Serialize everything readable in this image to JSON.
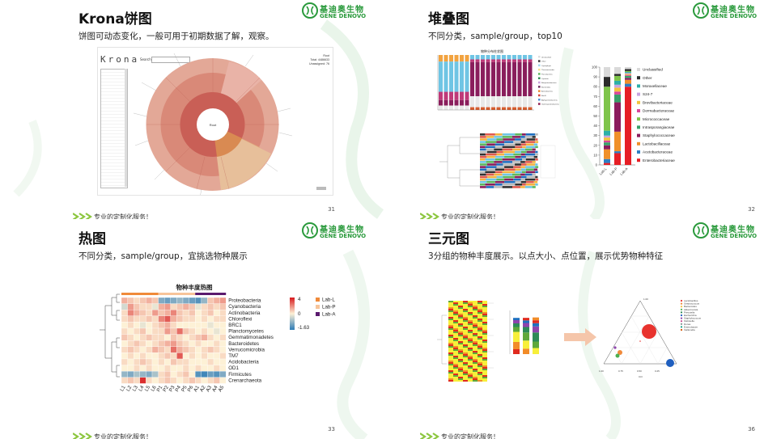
{
  "company": {
    "name_cn": "基迪奥生物",
    "name_en": "GENE DENOVO"
  },
  "footer_text": "专业的定制化服务！",
  "slides": [
    {
      "title": "Krona饼图",
      "subtitle": "饼图可动态变化，一般可用于初期数据了解，观察。",
      "page": "31",
      "krona": {
        "logo": "Krona",
        "center_label": "Root",
        "stats": [
          "Root",
          "Total: 4486633",
          "Unassigned: 76"
        ],
        "search_label": "Search:"
      }
    },
    {
      "title": "堆叠图",
      "subtitle": "不同分类，sample/group，top10",
      "page": "32",
      "stack_chart": {
        "title": "物种分布柱状图",
        "legend_top": [
          "Unclassified",
          "Other",
          "Cyanophyta",
          "Thermomicrobia",
          "Parcubacteria",
          "Cyanetia",
          "Betaproteobacteria",
          "Bacteroidia",
          "Actinobacteria",
          "Bacilli",
          "Alphaproteobacteria",
          "Gammaproteobacteria"
        ],
        "legend_right": [
          "Unclassified",
          "Other",
          "Moraxellaceae",
          "S24-7",
          "Brevibacteriaceae",
          "Dermabacteraceae",
          "Micrococcaceae",
          "Intrasporangiaceae",
          "Staphylococcaceae",
          "Lactobacillaceae",
          "Acetobacteraceae",
          "Enterobacteriaceae"
        ],
        "y_ticks": [
          "100",
          "90",
          "80",
          "70",
          "60",
          "50",
          "40",
          "30",
          "20",
          "10",
          "0"
        ],
        "x_labels": [
          "Lab-L",
          "Lab-P",
          "Lab-A"
        ]
      }
    },
    {
      "title": "热图",
      "subtitle": "不同分类，sample/group，宜挑选物种展示",
      "page": "33",
      "heatmap": {
        "title": "物种丰度热图",
        "rows": [
          "Proteobacteria",
          "Cyanobacteria",
          "Actinobacteria",
          "Chloroflexi",
          "BRC1",
          "Planctomycetes",
          "Gemmatimonadetes",
          "Bacteroidetes",
          "Verrucomicrobia",
          "TM7",
          "Acidobacteria",
          "OD1",
          "Firmicutes",
          "Crenarchaeota"
        ],
        "cols": [
          "L1",
          "L2",
          "L3",
          "L4",
          "L5",
          "L6",
          "P1",
          "P2",
          "P3",
          "P4",
          "P5",
          "P6",
          "A1",
          "A2",
          "A3",
          "A4",
          "A5"
        ],
        "scale": [
          "4",
          "0",
          "-1.63"
        ],
        "groups": [
          "Lab-L",
          "Lab-P",
          "Lab-A"
        ],
        "group_colors": [
          "#f08a3a",
          "#f7c49a",
          "#5b1a6e"
        ]
      }
    },
    {
      "title": "三元图",
      "subtitle": "3分组的物种丰度展示。以点大小、点位置，展示优势物种特征",
      "page": "36",
      "ternary": {
        "axis_ticks": [
          "0.25",
          "0.50",
          "0.75",
          "1.00"
        ],
        "axis_label": "Ctrl",
        "legend": [
          "Lactobacillus",
          "Streptococcus",
          "Bacteroides",
          "Akkermansia",
          "Prevotella",
          "Escherichia",
          "Staphylococcus",
          "Klebsiella",
          "Dorea",
          "Enterobacter",
          "Veillonella"
        ]
      }
    }
  ]
}
